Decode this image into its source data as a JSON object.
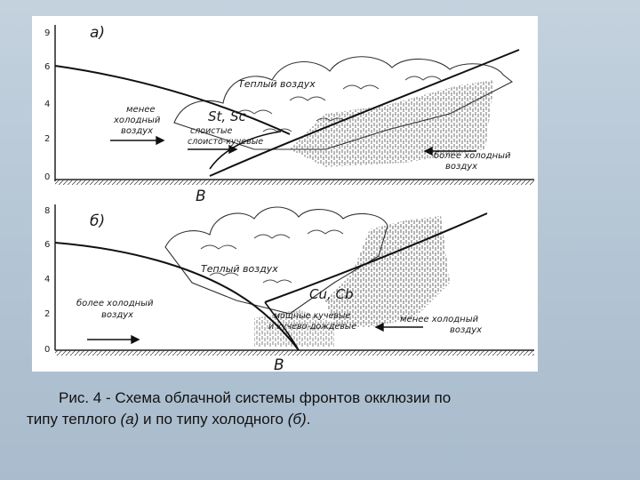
{
  "figure": {
    "panel_a": {
      "label": "а)",
      "y_ticks": [
        "9",
        "6",
        "4",
        "2",
        "0"
      ],
      "texts": {
        "warm_air": "Теплый воздух",
        "less_cold_1": "менее",
        "less_cold_2": "холодный",
        "less_cold_3": "воздух",
        "clouds_code": "St, Sc",
        "stratus_1": "слоистые",
        "stratus_2": "слоисто-кучевые",
        "colder_1": "более холодный",
        "colder_2": "воздух",
        "point": "В"
      }
    },
    "panel_b": {
      "label": "б)",
      "y_ticks": [
        "8",
        "6",
        "4",
        "2",
        "0"
      ],
      "texts": {
        "warm_air": "Теплый воздух",
        "colder_1": "более холодный",
        "colder_2": "воздух",
        "clouds_code": "Cu, Cb",
        "cumulus_1": "мощные кучевые",
        "cumulus_2": "и кучево-дождевые",
        "less_cold_1": "менее холодный",
        "less_cold_2": "воздух",
        "point": "В"
      }
    }
  },
  "caption": {
    "line1": "Рис. 4 - Схема облачной системы фронтов окклюзии по",
    "line2_a": "типу теплого ",
    "line2_b": "(а)",
    "line2_c": " и по типу холодного ",
    "line2_d": "(б)",
    "line2_e": "."
  }
}
